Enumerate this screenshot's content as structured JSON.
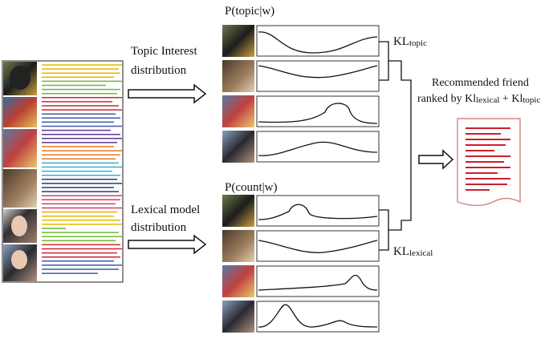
{
  "labels": {
    "topic_prob": "P(topic|w)",
    "count_prob": "P(count|w)",
    "topic_arrow_line1": "Topic Interest",
    "topic_arrow_line2": "distribution",
    "lexical_arrow_line1": "Lexical model",
    "lexical_arrow_line2": "distribution",
    "kl_topic_main": "KL",
    "kl_topic_sub": "topic",
    "kl_lexical_main": "KL",
    "kl_lexical_sub": "lexical",
    "rec_line1": "Recommended friend",
    "rec_line2_prefix": "ranked by ",
    "rec_kl1_main": "Kl",
    "rec_kl1_sub": "lexical",
    "rec_plus": " + ",
    "rec_kl2_main": "Kl",
    "rec_kl2_sub": "topic"
  },
  "colors": {
    "line_palette": [
      "#e6b800",
      "#6fb83a",
      "#c8283a",
      "#3f5aa8",
      "#5a3a8a",
      "#e07b22",
      "#3aaed0",
      "#2b3a7a",
      "#d04060"
    ],
    "document_stroke": "#d98080",
    "document_lines": "#cc1f2a"
  },
  "topic_curves": [
    "M2,8 C25,6 30,34 70,34 C110,34 120,16 150,14",
    "M2,6 C30,10 50,24 90,20 C120,16 140,8 150,6",
    "M2,32 C50,34 70,30 85,20 C90,6 110,6 115,16 C120,34 140,34 150,34",
    "M2,30 C25,32 45,20 75,14 C100,10 115,26 150,26"
  ],
  "lexical_curves": [
    "M2,30 C20,30 30,24 40,20 C45,8 60,8 65,22 C70,30 120,30 150,26",
    "M2,12 C30,16 60,32 90,26 C120,22 140,14 150,12",
    "M2,30 C40,28 90,26 110,22 C118,16 122,4 130,18 C136,30 145,30 150,30",
    "M2,32 C20,34 28,6 35,4 C45,4 48,34 70,32 C95,30 100,20 110,26 C120,32 140,32 150,32"
  ]
}
